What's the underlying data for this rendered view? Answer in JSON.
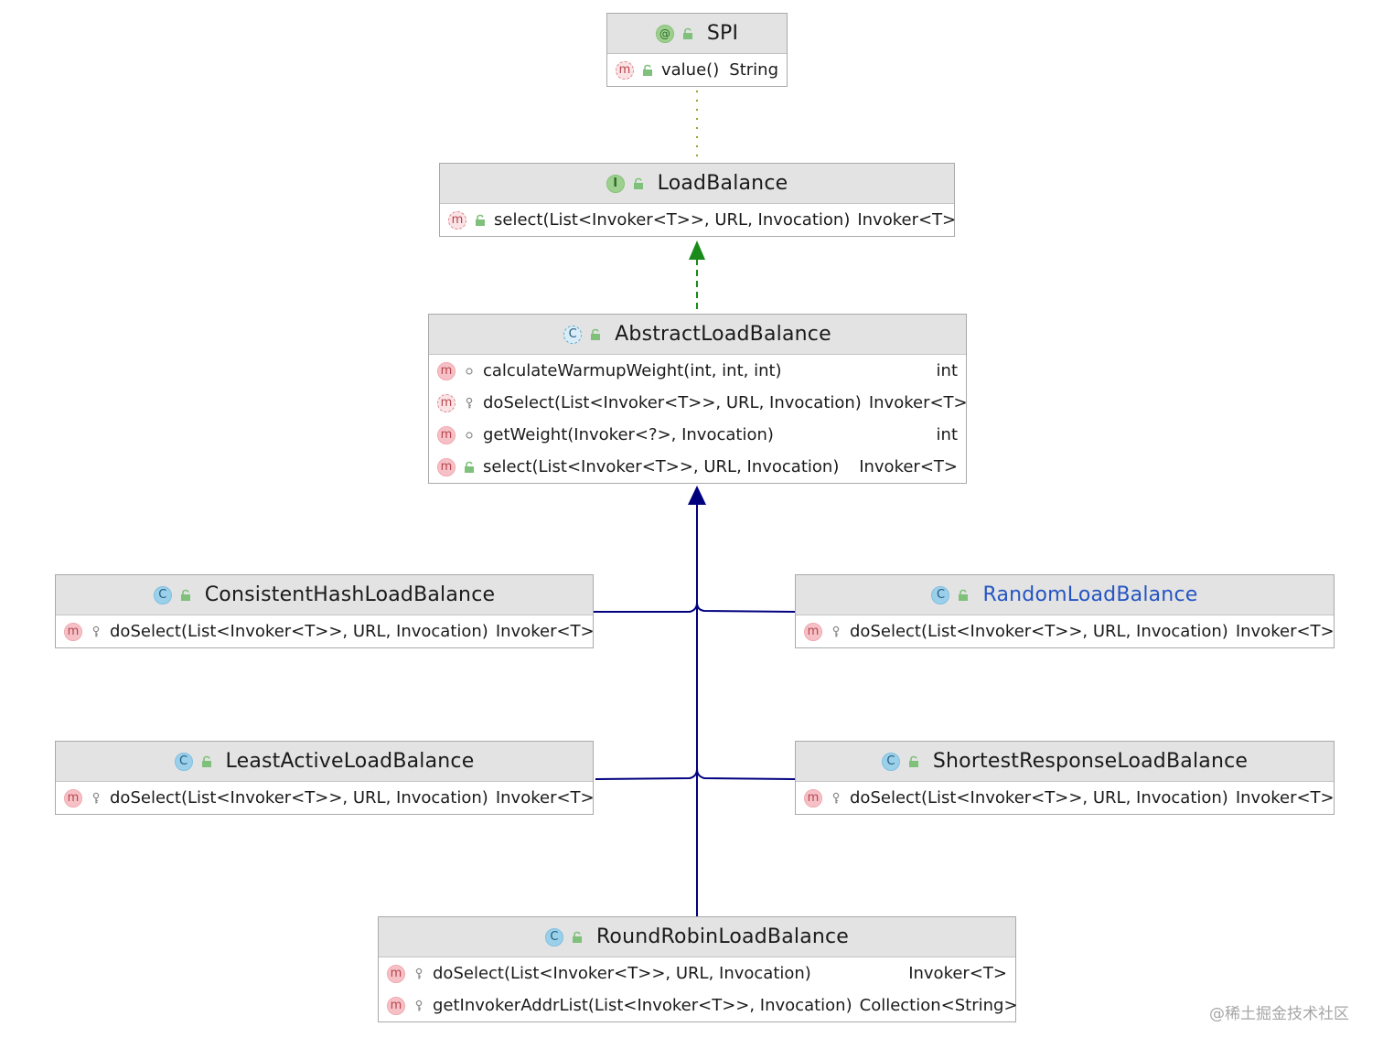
{
  "diagram": {
    "classes": [
      {
        "id": "spi",
        "title": "SPI",
        "kind": "annotation",
        "kind_glyph": "@",
        "members": [
          {
            "icon": "m",
            "abstract": true,
            "visibility": "public",
            "signature": "value()",
            "returns": "String"
          }
        ]
      },
      {
        "id": "loadbalance",
        "title": "LoadBalance",
        "kind": "interface",
        "kind_glyph": "I",
        "members": [
          {
            "icon": "m",
            "abstract": true,
            "visibility": "public",
            "signature": "select(List<Invoker<T>>, URL, Invocation)",
            "returns": "Invoker<T>"
          }
        ]
      },
      {
        "id": "abstractloadbalance",
        "title": "AbstractLoadBalance",
        "kind": "abstract-class",
        "kind_glyph": "C",
        "members": [
          {
            "icon": "m",
            "abstract": false,
            "visibility": "package",
            "signature": "calculateWarmupWeight(int, int, int)",
            "returns": "int"
          },
          {
            "icon": "m",
            "abstract": true,
            "visibility": "protected",
            "signature": "doSelect(List<Invoker<T>>, URL, Invocation)",
            "returns": "Invoker<T>"
          },
          {
            "icon": "m",
            "abstract": false,
            "visibility": "package",
            "signature": "getWeight(Invoker<?>, Invocation)",
            "returns": "int"
          },
          {
            "icon": "m",
            "abstract": false,
            "visibility": "public",
            "signature": "select(List<Invoker<T>>, URL, Invocation)",
            "returns": "Invoker<T>"
          }
        ]
      },
      {
        "id": "consistenthash",
        "title": "ConsistentHashLoadBalance",
        "kind": "class",
        "kind_glyph": "C",
        "members": [
          {
            "icon": "m",
            "abstract": false,
            "visibility": "protected",
            "signature": "doSelect(List<Invoker<T>>, URL, Invocation)",
            "returns": "Invoker<T>"
          }
        ]
      },
      {
        "id": "random",
        "title": "RandomLoadBalance",
        "kind": "class",
        "kind_glyph": "C",
        "highlight": true,
        "members": [
          {
            "icon": "m",
            "abstract": false,
            "visibility": "protected",
            "signature": "doSelect(List<Invoker<T>>, URL, Invocation)",
            "returns": "Invoker<T>"
          }
        ]
      },
      {
        "id": "leastactive",
        "title": "LeastActiveLoadBalance",
        "kind": "class",
        "kind_glyph": "C",
        "members": [
          {
            "icon": "m",
            "abstract": false,
            "visibility": "protected",
            "signature": "doSelect(List<Invoker<T>>, URL, Invocation)",
            "returns": "Invoker<T>"
          }
        ]
      },
      {
        "id": "shortestresponse",
        "title": "ShortestResponseLoadBalance",
        "kind": "class",
        "kind_glyph": "C",
        "members": [
          {
            "icon": "m",
            "abstract": false,
            "visibility": "protected",
            "signature": "doSelect(List<Invoker<T>>, URL, Invocation)",
            "returns": "Invoker<T>"
          }
        ]
      },
      {
        "id": "roundrobin",
        "title": "RoundRobinLoadBalance",
        "kind": "class",
        "kind_glyph": "C",
        "members": [
          {
            "icon": "m",
            "abstract": false,
            "visibility": "protected",
            "signature": "doSelect(List<Invoker<T>>, URL, Invocation)",
            "returns": "Invoker<T>"
          },
          {
            "icon": "m",
            "abstract": false,
            "visibility": "protected",
            "signature": "getInvokerAddrList(List<Invoker<T>>, Invocation)",
            "returns": "Collection<String>"
          }
        ]
      }
    ],
    "relations": [
      {
        "from": "loadbalance",
        "to": "spi",
        "type": "annotated-by",
        "style": "dotted",
        "color": "#8aaa2a"
      },
      {
        "from": "abstractloadbalance",
        "to": "loadbalance",
        "type": "implements",
        "style": "dashed",
        "color": "#1a8a1a"
      },
      {
        "from": "consistenthash",
        "to": "abstractloadbalance",
        "type": "extends",
        "style": "solid",
        "color": "#00007f"
      },
      {
        "from": "random",
        "to": "abstractloadbalance",
        "type": "extends",
        "style": "solid",
        "color": "#00007f"
      },
      {
        "from": "leastactive",
        "to": "abstractloadbalance",
        "type": "extends",
        "style": "solid",
        "color": "#00007f"
      },
      {
        "from": "shortestresponse",
        "to": "abstractloadbalance",
        "type": "extends",
        "style": "solid",
        "color": "#00007f"
      },
      {
        "from": "roundrobin",
        "to": "abstractloadbalance",
        "type": "extends",
        "style": "solid",
        "color": "#00007f"
      }
    ],
    "colors": {
      "header_bg": "#e3e3e3",
      "border": "#a9a9a9",
      "highlight_title": "#2455c3",
      "extends_line": "#00007f",
      "implements_line": "#1a8a1a",
      "annotation_line": "#8aaa2a"
    }
  },
  "watermark": "@稀土掘金技术社区"
}
